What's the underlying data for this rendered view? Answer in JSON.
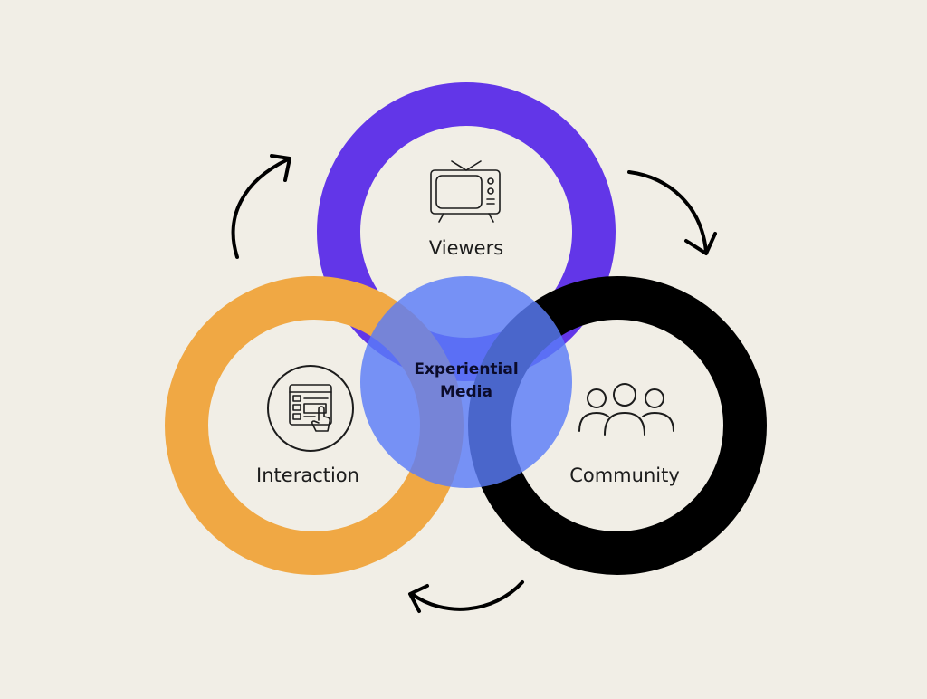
{
  "background_color": "#f1eee6",
  "colors": {
    "viewers_ring": "#6236e8",
    "interaction_ring": "#f0a844",
    "community_ring": "#000000",
    "center_circle": "#5a7cf8",
    "arrows": "#000000"
  },
  "nodes": [
    {
      "id": "viewers",
      "label": "Viewers",
      "icon": "tv-icon"
    },
    {
      "id": "interaction",
      "label": "Interaction",
      "icon": "touch-screen-icon"
    },
    {
      "id": "community",
      "label": "Community",
      "icon": "group-icon"
    }
  ],
  "center": {
    "title_line1": "Experiential",
    "title_line2": "Media"
  },
  "cycle_arrows": [
    {
      "from": "interaction",
      "to": "viewers"
    },
    {
      "from": "viewers",
      "to": "community"
    },
    {
      "from": "community",
      "to": "interaction"
    }
  ]
}
